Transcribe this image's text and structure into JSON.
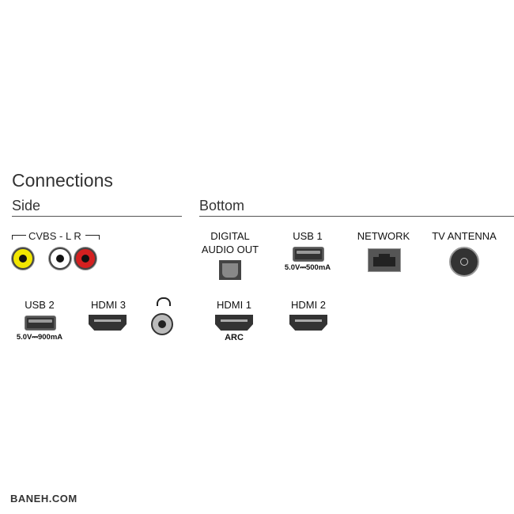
{
  "title": "Connections",
  "side": {
    "heading": "Side",
    "cvbs_label": "CVBS - L R",
    "usb2": {
      "label": "USB 2",
      "spec": "5.0V⎓900mA"
    },
    "hdmi3": {
      "label": "HDMI 3"
    }
  },
  "bottom": {
    "heading": "Bottom",
    "digital_audio": {
      "line1": "DIGITAL",
      "line2": "AUDIO OUT"
    },
    "usb1": {
      "label": "USB 1",
      "spec": "5.0V⎓500mA"
    },
    "network": {
      "label": "NETWORK"
    },
    "antenna": {
      "label": "TV ANTENNA"
    },
    "hdmi1": {
      "label": "HDMI 1",
      "sub": "ARC"
    },
    "hdmi2": {
      "label": "HDMI 2"
    }
  },
  "watermark": "BANEH.COM",
  "colors": {
    "yellow": "#f2e600",
    "red": "#d42020",
    "white": "#ffffff"
  }
}
